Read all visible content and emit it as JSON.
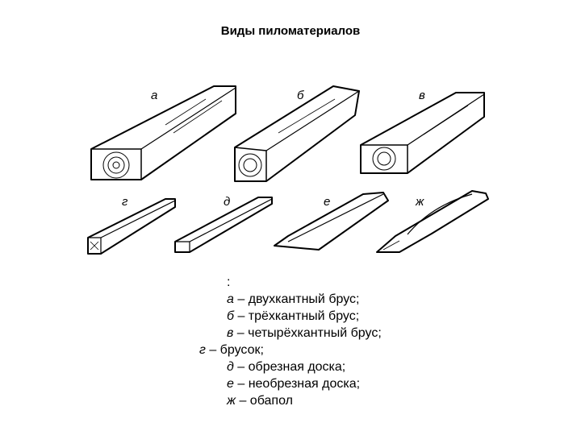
{
  "title": "Виды пиломатериалов",
  "figure_labels": {
    "a": "а",
    "b": "б",
    "v": "в",
    "g": "г",
    "d": "д",
    "e": "е",
    "zh": "ж"
  },
  "caption": {
    "colon": ":",
    "items": [
      {
        "letter": "а",
        "text": " – двухкантный брус;"
      },
      {
        "letter": "б",
        "text": " – трёхкантный брус;"
      },
      {
        "letter": "в",
        "text": " – четырёхкантный брус;"
      },
      {
        "letter": "г",
        "text": " – брусок;"
      },
      {
        "letter": "д",
        "text": " – обрезная доска;"
      },
      {
        "letter": "е",
        "text": " – необрезная доска;"
      },
      {
        "letter": "ж",
        "text": " – обапол"
      }
    ]
  }
}
